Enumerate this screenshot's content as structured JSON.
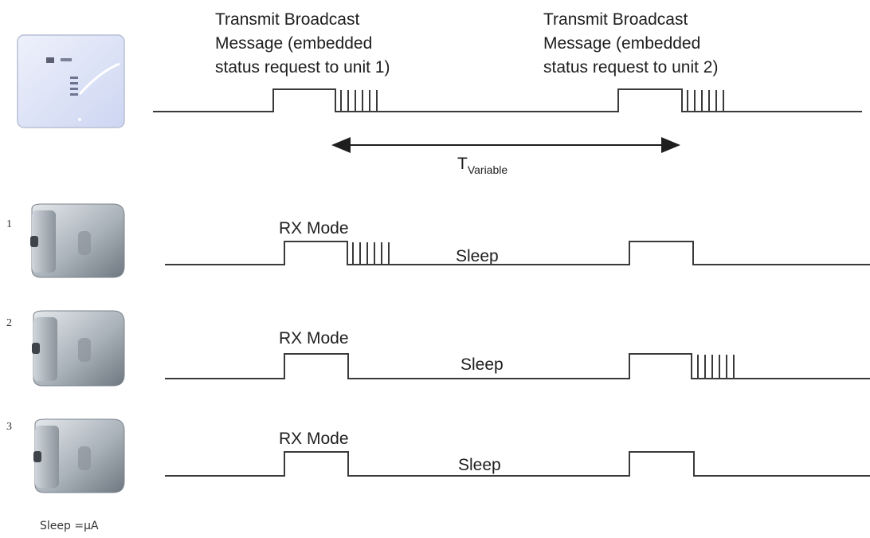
{
  "transmitter": {
    "label_1": [
      "Transmit Broadcast",
      "Message (embedded",
      "status request to unit 1)"
    ],
    "label_2": [
      "Transmit Broadcast",
      "Message (embedded",
      "status request to unit 2)"
    ],
    "interval_main": "T",
    "interval_sub": "Variable"
  },
  "units": [
    {
      "number": "1",
      "mode_label": "RX Mode",
      "sleep_label": "Sleep"
    },
    {
      "number": "2",
      "mode_label": "RX Mode",
      "sleep_label": "Sleep"
    },
    {
      "number": "3",
      "mode_label": "RX Mode",
      "sleep_label": "Sleep"
    }
  ],
  "footnote": "Sleep =µA",
  "colors": {
    "line": "#3a3a3a",
    "text": "#1e1e1e",
    "gateway_body": "#dde3f6",
    "sensor_body": "#a9b0b8"
  }
}
